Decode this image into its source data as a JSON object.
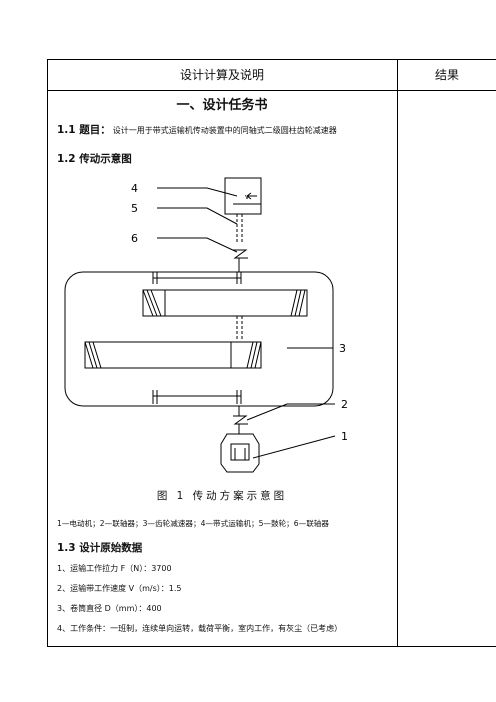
{
  "table": {
    "header_left": "设计计算及说明",
    "header_right": "结果"
  },
  "section_title": "一、设计任务书",
  "s11": {
    "num": "1.1 题目：",
    "text": "设计一用于带式运输机传动装置中的同轴式二级圆柱齿轮减速器"
  },
  "s12": {
    "label": "1.2 传动示意图"
  },
  "figure": {
    "labels": [
      "4",
      "5",
      "6",
      "3",
      "2",
      "1"
    ],
    "belt_label": "v",
    "caption": "图 1 传动方案示意图",
    "legend": "1—电动机；2—联轴器；3—齿轮减速器；4—带式运输机；5—鼓轮；6—联轴器"
  },
  "s13": {
    "label": "1.3 设计原始数据",
    "items": [
      "1、运输工作拉力 F（N）：3700",
      "2、运输带工作速度 V（m/s）：1.5",
      "3、卷筒直径 D（mm）：400",
      "4、工作条件：一班制，连续单向运转，载荷平衡，室内工作，有灰尘（已考虑）"
    ]
  }
}
